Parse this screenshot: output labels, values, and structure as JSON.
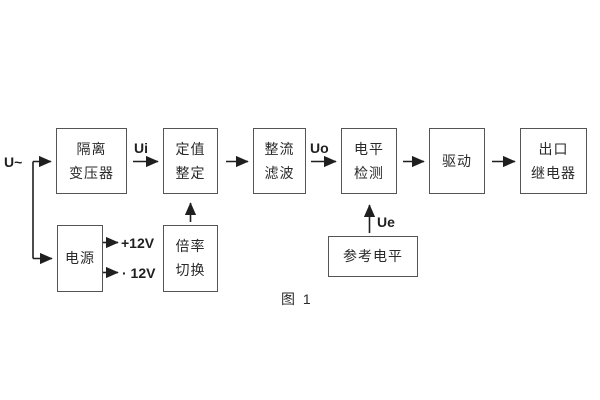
{
  "figure": {
    "caption": "图 1",
    "colors": {
      "background": "#ffffff",
      "box_border": "#555555",
      "line": "#1f1f1f",
      "text": "#2a2a2a"
    },
    "blocks": [
      {
        "id": "isolation-transformer",
        "lines": [
          "隔离",
          "变压器"
        ]
      },
      {
        "id": "setting-adjust",
        "lines": [
          "定值",
          "整定"
        ]
      },
      {
        "id": "rectifier-filter",
        "lines": [
          "整流",
          "滤波"
        ]
      },
      {
        "id": "level-detect",
        "lines": [
          "电平",
          "检测"
        ]
      },
      {
        "id": "drive",
        "lines": [
          "驱动"
        ]
      },
      {
        "id": "output-relay",
        "lines": [
          "出口",
          "继电器"
        ]
      },
      {
        "id": "power-supply",
        "lines": [
          "电源"
        ]
      },
      {
        "id": "ratio-switch",
        "lines": [
          "倍率",
          "切换"
        ]
      },
      {
        "id": "reference-level",
        "lines": [
          "参考电平"
        ]
      }
    ],
    "signals": {
      "input": "U~",
      "ui": "Ui",
      "uo": "Uo",
      "ue": "Ue",
      "plus12v": "+12V",
      "minus12v": "· 12V"
    }
  }
}
